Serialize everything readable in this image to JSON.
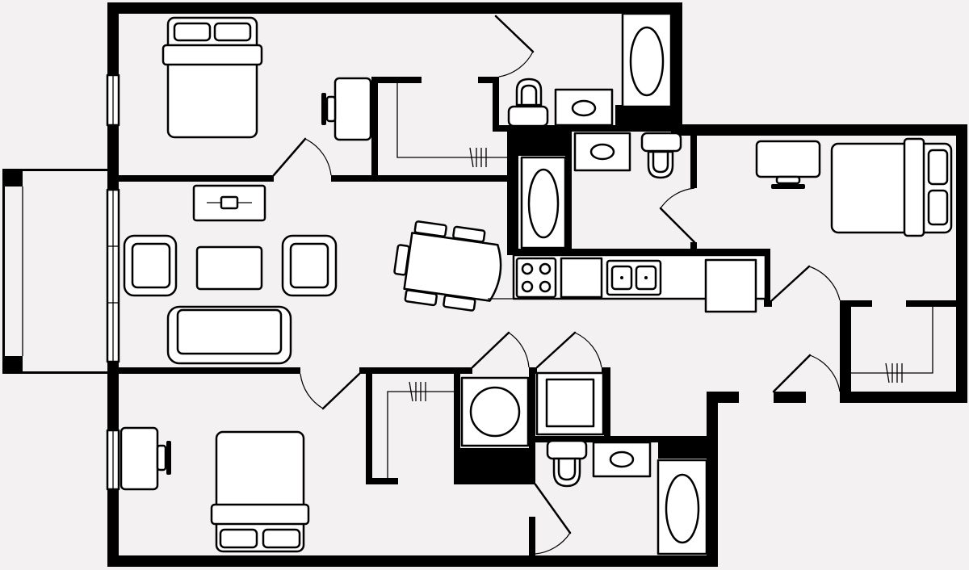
{
  "drawing": {
    "line_color": "#000000",
    "background_color": "#f4f1f2",
    "fixture_fill": "#ffffff"
  },
  "rooms": [
    {
      "id": "bedroom-1",
      "furniture": [
        "queen-bed",
        "desk",
        "chair",
        "closet"
      ]
    },
    {
      "id": "bedroom-2",
      "furniture": [
        "queen-bed",
        "desk",
        "chair",
        "closet"
      ]
    },
    {
      "id": "bedroom-3",
      "furniture": [
        "queen-bed",
        "desk",
        "chair",
        "closet"
      ]
    },
    {
      "id": "living-room",
      "furniture": [
        "sofa",
        "armchair",
        "armchair",
        "coffee-table",
        "tv-console"
      ]
    },
    {
      "id": "dining",
      "furniture": [
        "dining-table",
        "chair",
        "chair",
        "chair",
        "chair",
        "chair"
      ]
    },
    {
      "id": "kitchen",
      "furniture": [
        "cooktop",
        "double-sink",
        "refrigerator"
      ]
    },
    {
      "id": "bathroom-1",
      "furniture": [
        "toilet",
        "sink",
        "bathtub"
      ]
    },
    {
      "id": "bathroom-2",
      "furniture": [
        "toilet",
        "sink",
        "bathtub"
      ]
    },
    {
      "id": "bathroom-3",
      "furniture": [
        "toilet",
        "sink",
        "bathtub"
      ]
    },
    {
      "id": "laundry",
      "furniture": [
        "washer",
        "dryer"
      ]
    },
    {
      "id": "balcony",
      "furniture": []
    }
  ]
}
